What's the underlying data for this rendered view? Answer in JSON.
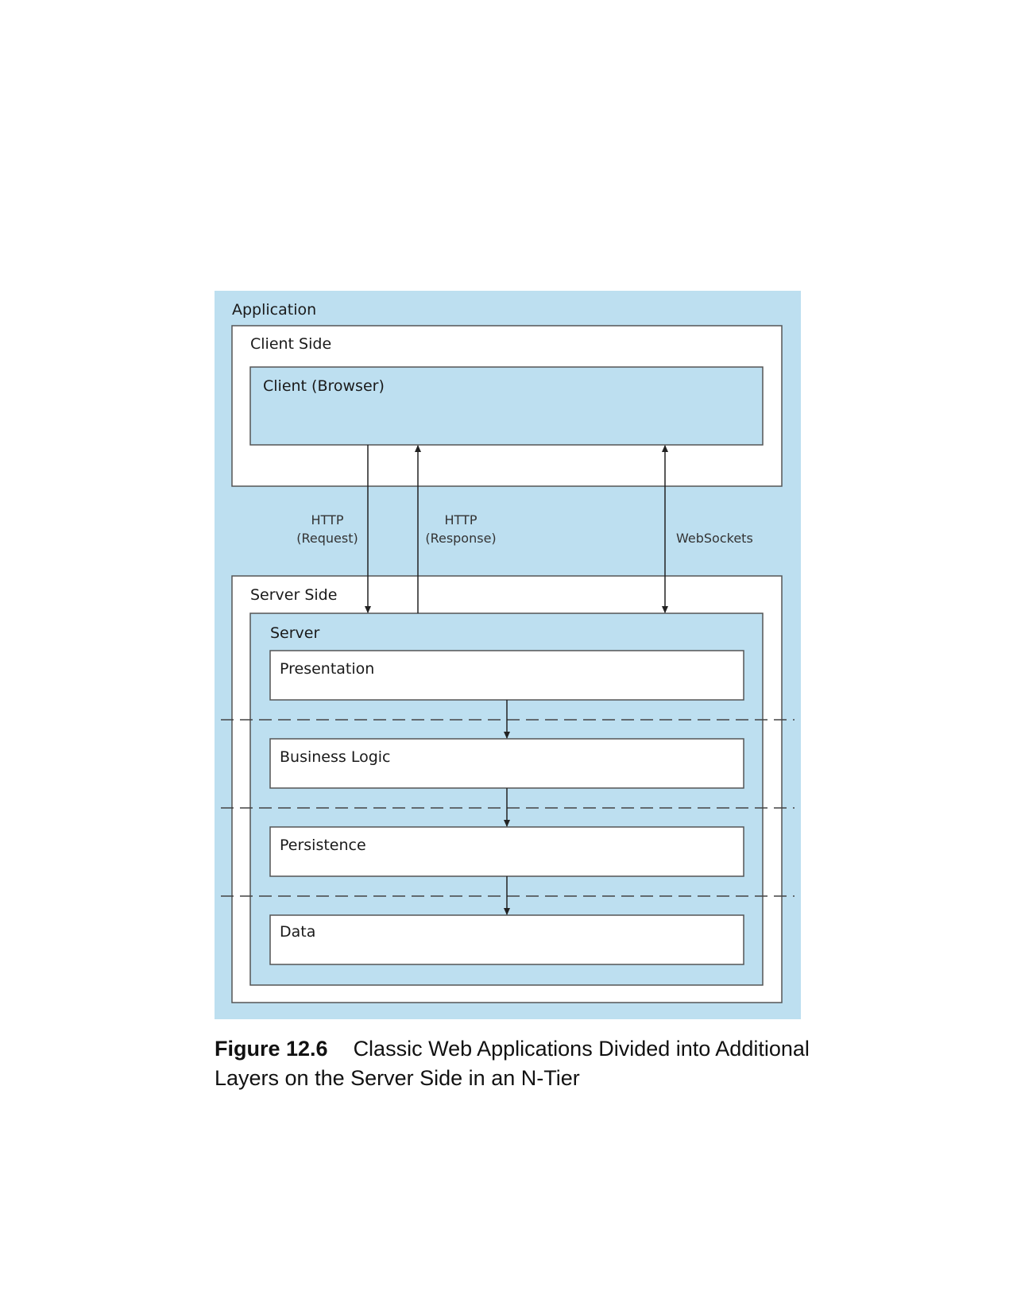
{
  "application": {
    "label": "Application"
  },
  "client_side": {
    "label": "Client Side",
    "client": {
      "label": "Client (Browser)"
    }
  },
  "connections": {
    "request": {
      "line1": "HTTP",
      "line2": "(Request)"
    },
    "response": {
      "line1": "HTTP",
      "line2": "(Response)"
    },
    "websockets": {
      "label": "WebSockets"
    }
  },
  "server_side": {
    "label": "Server Side",
    "server": {
      "label": "Server",
      "layers": [
        "Presentation",
        "Business Logic",
        "Persistence",
        "Data"
      ]
    }
  },
  "caption": {
    "number": "Figure 12.6",
    "text": "Classic Web Applications Divided into Additional Layers on the Server Side in an N-Tier"
  },
  "colors": {
    "light_blue": "#bddff0",
    "border": "#555555",
    "white": "#ffffff"
  }
}
